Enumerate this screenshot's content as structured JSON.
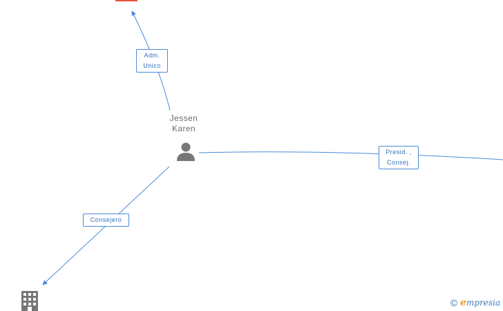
{
  "person": {
    "line1": "Jessen",
    "line2": "Karen",
    "icon": "person-icon"
  },
  "edges": {
    "adm": {
      "line1": "Adm.",
      "line2": "Unico"
    },
    "presid": {
      "line1": "Presid. ,",
      "line2": "Consej."
    },
    "consejero": {
      "line1": "Consejero"
    }
  },
  "company_icon": "building-icon",
  "watermark": {
    "symbol": "©",
    "brand_initial": "e",
    "brand_rest": "mpresia"
  },
  "colors": {
    "edge": "#4a8ad8",
    "label_text": "#2f6fb8",
    "icon": "#777777",
    "marker": "#e8503a"
  }
}
